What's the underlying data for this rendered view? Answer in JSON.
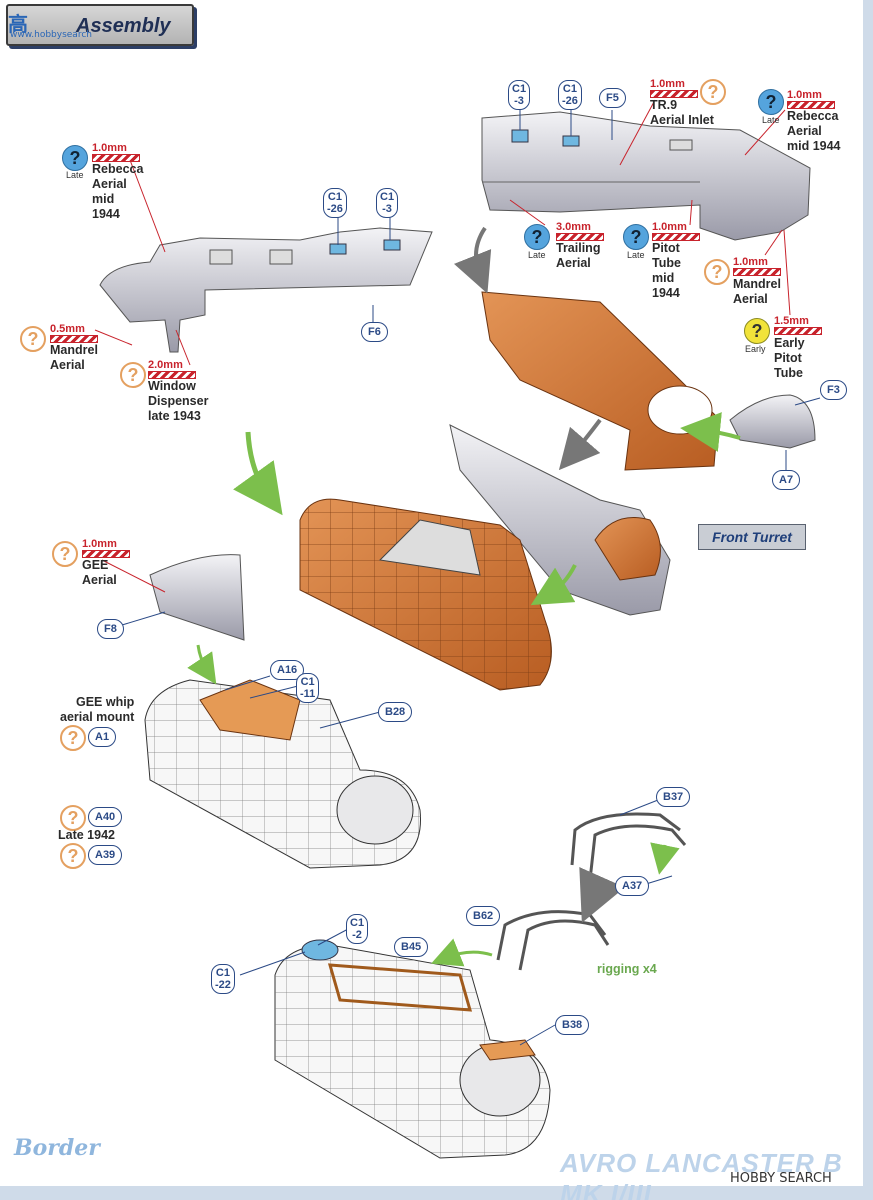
{
  "header": {
    "title": "Assembly",
    "watermark_cn": "高",
    "watermark_sub": "www.hobbysearch"
  },
  "labels": {
    "rebecca_left": {
      "dim": "1.0mm",
      "text": "Rebecca\nAerial\nmid\n1944",
      "sub": "Late"
    },
    "mandrel_left": {
      "dim": "0.5mm",
      "text": "Mandrel\nAerial"
    },
    "window_disp": {
      "dim": "2.0mm",
      "text": "Window\nDispenser\nlate 1943"
    },
    "tr9": {
      "dim": "1.0mm",
      "text": "TR.9\nAerial Inlet"
    },
    "rebecca_right": {
      "dim": "1.0mm",
      "text": "Rebecca\nAerial\nmid 1944",
      "sub": "Late"
    },
    "trailing": {
      "dim": "3.0mm",
      "text": "Trailing\nAerial",
      "sub": "Late"
    },
    "pitot_late": {
      "dim": "1.0mm",
      "text": "Pitot\nTube\nmid\n1944",
      "sub": "Late"
    },
    "mandrel_right": {
      "dim": "1.0mm",
      "text": "Mandrel\nAerial"
    },
    "pitot_early": {
      "dim": "1.5mm",
      "text": "Early\nPitot\nTube",
      "sub": "Early"
    },
    "gee": {
      "dim": "1.0mm",
      "text": "GEE\nAerial"
    },
    "gee_whip": {
      "text": "GEE whip\naerial mount"
    },
    "late1942": {
      "text": "Late 1942"
    }
  },
  "parts": {
    "c1_26a": "C1\n-26",
    "c1_3a": "C1\n-3",
    "f6": "F6",
    "c1_3b": "C1\n-3",
    "c1_26b": "C1\n-26",
    "f5": "F5",
    "f3": "F3",
    "a7": "A7",
    "f8": "F8",
    "a16": "A16",
    "c1_11": "C1\n-11",
    "b28": "B28",
    "a1": "A1",
    "a40": "A40",
    "a39": "A39",
    "b37": "B37",
    "a37": "A37",
    "b62": "B62",
    "c1_2": "C1\n-2",
    "b45": "B45",
    "c1_22": "C1\n-22",
    "b38": "B38"
  },
  "front_turret": "Front Turret",
  "rigging": "rigging x4",
  "footer": {
    "title": "AVRO LANCASTER B MK I/III",
    "brand": "HOBBY SEARCH",
    "logo": "Border"
  },
  "colors": {
    "accent_blue": "#2b4a86",
    "dim_red": "#c8232c",
    "orange_part": "#d9783a",
    "green_arrow": "#7cbf4c"
  }
}
